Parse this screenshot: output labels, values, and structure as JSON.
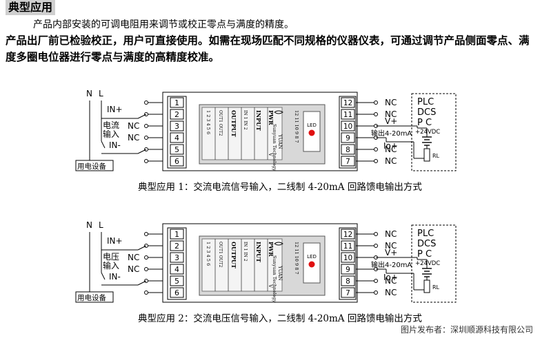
{
  "header": {
    "title": "典型应用",
    "intro_line1": "产品内部安装的可调电阻用来调节或校正零点与满度的精度。",
    "intro_line2": "产品出厂前已检验校正，用户可直接使用。如需在现场匹配不同规格的仪器仪表，可通过调节产品侧面零点、满度多圈电位器进行零点与满度的高精度校准。"
  },
  "diagrams": [
    {
      "caption": "典型应用 1：交流电流信号输入，二线制 4-20mA 回路馈电输出方式",
      "input_label_top": "电流",
      "input_label_bottom": "输入",
      "power_n": "N",
      "power_l": "L",
      "in_plus": "IN+",
      "in_minus": "IN-",
      "nc": "NC",
      "device_label": "用电设备",
      "left_terminals": [
        "1",
        "2",
        "3",
        "4",
        "5",
        "6"
      ],
      "right_terminals": [
        "12",
        "11",
        "10",
        "9",
        "8",
        "7"
      ],
      "module_brand": "YUAN",
      "module_company": "Sunyuan Technology",
      "module_cols": [
        "PWR",
        "INPUT",
        "OUTPUT"
      ],
      "module_small": [
        "IN 1",
        "IN 2",
        "OUT1",
        "OUT2"
      ],
      "module_v": "V",
      "module_pins_top": "12 11 10 9 8 7",
      "module_pins_bottom": "1 2 3 4 5 6",
      "led": "LED",
      "v_plus": "V+",
      "output_label": "输出4-20mA",
      "io_plus": "Io+",
      "plc": "PLC",
      "dcs": "DCS",
      "pc": "P  C",
      "vdc": "+24VDC",
      "rl": "RL"
    },
    {
      "caption": "典型应用 2：交流电压信号输入，二线制 4-20mA 回路馈电输出方式",
      "input_label_top": "电压",
      "input_label_bottom": "输入",
      "power_n": "N",
      "power_l": "L",
      "in_plus": "IN+",
      "in_minus": "IN-",
      "nc": "NC",
      "device_label": "用电设备",
      "left_terminals": [
        "1",
        "2",
        "3",
        "4",
        "5",
        "6"
      ],
      "right_terminals": [
        "12",
        "11",
        "10",
        "9",
        "8",
        "7"
      ],
      "module_brand": "YUAN",
      "module_company": "Sunyuan Technology",
      "module_cols": [
        "PWR",
        "INPUT",
        "OUTPUT"
      ],
      "module_small": [
        "IN 1",
        "IN 2",
        "OUT1",
        "OUT2"
      ],
      "module_v": "V",
      "module_pins_top": "12 11 10 9 8 7",
      "module_pins_bottom": "1 2 3 4 5 6",
      "led": "LED",
      "v_plus": "V+",
      "output_label": "输出4-20mA",
      "io_plus": "Io+",
      "plc": "PLC",
      "dcs": "DCS",
      "pc": "P  C",
      "vdc": "+24VDC",
      "rl": "RL"
    }
  ],
  "watermark": "图片发布者：深圳顺源科技有限公司"
}
